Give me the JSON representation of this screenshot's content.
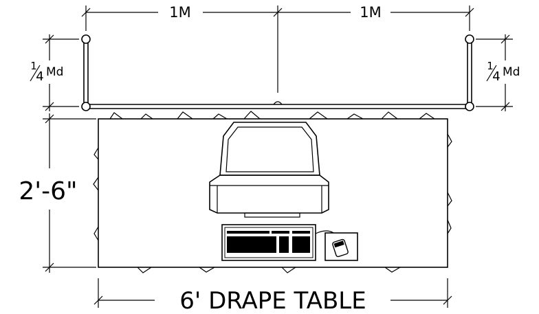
{
  "dimensions": {
    "top_left_span": "1M",
    "top_right_span": "1M",
    "left_post_height": "Md",
    "right_post_height": "Md",
    "left_fraction_num": "1",
    "left_fraction_den": "4",
    "right_fraction_num": "1",
    "right_fraction_den": "4",
    "table_depth": "2'-6\"",
    "table_label": "6' DRAPE TABLE"
  },
  "objects": {
    "frame": "drape-frame",
    "table": "drape-table",
    "monitor": "monitor-icon",
    "keyboard": "keyboard-icon",
    "mouse": "mouse-icon"
  },
  "colors": {
    "ink": "#000000",
    "paper": "#ffffff"
  }
}
